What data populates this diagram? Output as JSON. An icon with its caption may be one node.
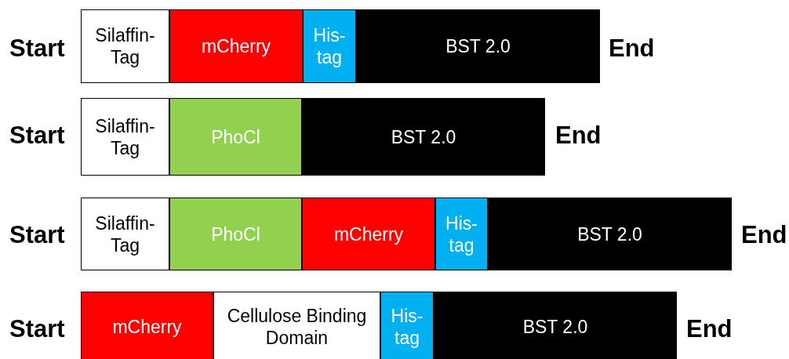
{
  "diagram": {
    "nodes": [
      {
        "text": [
          "Silaffin- Tag"
        ]
      },
      {
        "text": [
          "mCherry"
        ]
      },
      {
        "text": [
          "His- tag"
        ]
      },
      {
        "text": [
          "BST 2.0"
        ]
      },
      {
        "text": [
          "Silaffin- Tag"
        ]
      },
      {
        "text": [
          "PhoCl"
        ]
      },
      {
        "text": [
          "BST 2.0"
        ]
      },
      {
        "text": [
          "Silaffin- Tag"
        ]
      },
      {
        "text": [
          "PhoCl"
        ]
      },
      {
        "text": [
          "mCherry"
        ]
      },
      {
        "text": [
          "His- tag"
        ]
      },
      {
        "text": [
          "BST 2.0"
        ]
      },
      {
        "text": [
          "mCherry"
        ]
      },
      {
        "text": [
          "Cellulose Binding Domain"
        ]
      },
      {
        "text": [
          "His- tag"
        ]
      },
      {
        "text": [
          "BST 2.0"
        ]
      }
    ],
    "edges": [],
    "labels": [
      "Start",
      "End",
      "Start",
      "End",
      "Start",
      "End",
      "Start",
      "End"
    ]
  }
}
